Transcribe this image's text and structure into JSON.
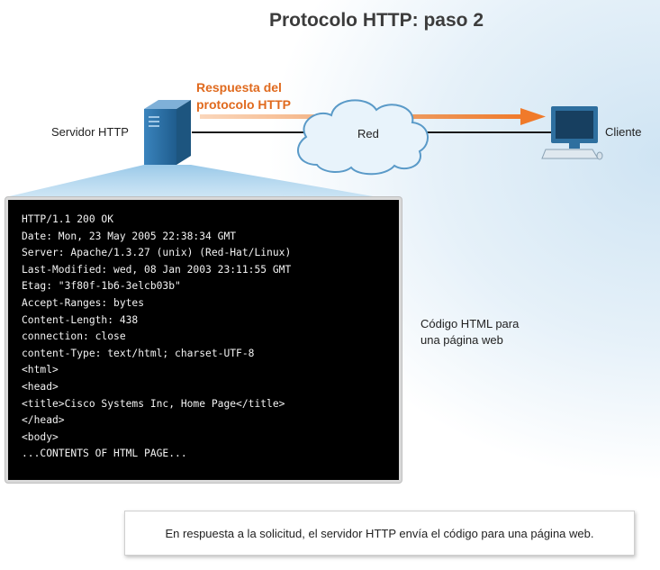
{
  "title": "Protocolo HTTP: paso 2",
  "labels": {
    "server": "Servidor HTTP",
    "client": "Cliente",
    "network": "Red",
    "response_line1": "Respuesta del",
    "response_line2": "protocolo HTTP",
    "html_note_line1": "Código HTML para",
    "html_note_line2": "una página web"
  },
  "response_lines": [
    "HTTP/1.1 200 OK",
    "Date: Mon, 23 May 2005 22:38:34 GMT",
    "Server: Apache/1.3.27 (unix) (Red-Hat/Linux)",
    "Last-Modified: wed, 08 Jan 2003 23:11:55 GMT",
    "Etag: \"3f80f-1b6-3elcb03b\"",
    "Accept-Ranges: bytes",
    "Content-Length: 438",
    "connection: close",
    "content-Type: text/html; charset-UTF-8",
    "<html>",
    "<head>",
    "<title>Cisco Systems Inc, Home Page</title>",
    "</head>",
    "<body>",
    "...CONTENTS OF HTML PAGE..."
  ],
  "caption": "En respuesta a la solicitud, el servidor HTTP envía el código para una página web.",
  "colors": {
    "arrow": "#f08a3c",
    "server": "#2b6fa5",
    "cloud": "#e8f3fb"
  },
  "icons": [
    "server-icon",
    "cloud-icon",
    "computer-icon",
    "arrow-right-icon"
  ]
}
